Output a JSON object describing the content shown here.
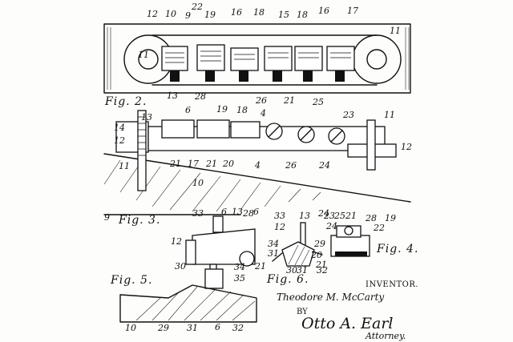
{
  "figures": {
    "fig2": {
      "caption": "Fig. 2.",
      "labels": [
        "12",
        "10",
        "9",
        "22",
        "19",
        "16",
        "18",
        "15",
        "18",
        "16",
        "17",
        "11",
        "11",
        "13",
        "28",
        "26",
        "21",
        "25"
      ]
    },
    "fig3": {
      "caption": "Fig. 3.",
      "labels": [
        "13",
        "6",
        "19",
        "18",
        "4",
        "11",
        "23",
        "14",
        "12",
        "12",
        "21",
        "17",
        "21",
        "20",
        "4",
        "26",
        "24",
        "11",
        "10",
        "9"
      ]
    },
    "fig4": {
      "caption": "Fig. 4.",
      "labels": [
        "24",
        "23",
        "25",
        "21",
        "28",
        "19",
        "22"
      ]
    },
    "fig5": {
      "caption": "Fig. 5.",
      "labels": [
        "33",
        "6",
        "13",
        "28",
        "6",
        "12",
        "21",
        "30",
        "34",
        "35",
        "10",
        "29",
        "31",
        "6",
        "32"
      ]
    },
    "fig6": {
      "caption": "Fig. 6.",
      "labels": [
        "33",
        "13",
        "12",
        "34",
        "31",
        "29",
        "20",
        "21",
        "30",
        "31",
        "32"
      ]
    }
  },
  "signature_block": {
    "inventor_label": "INVENTOR.",
    "inventor_name": "Theodore M. McCarty",
    "by": "BY",
    "attorney_signature": "Otto A. Earl",
    "attorney_label": "Attorney."
  }
}
